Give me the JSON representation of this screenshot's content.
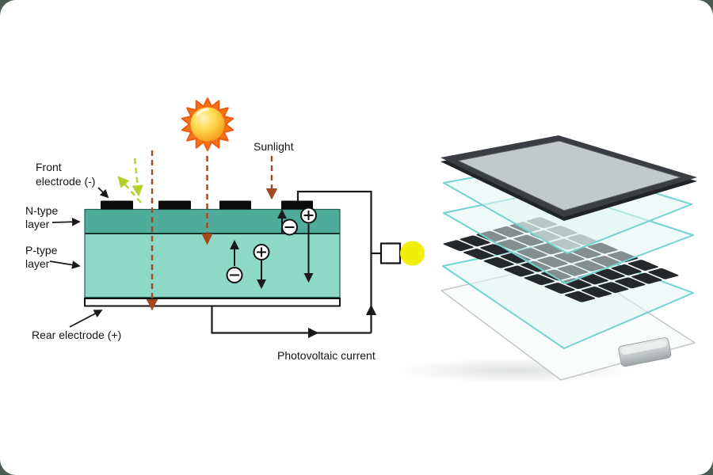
{
  "canvas": {
    "background_outer": "#4a5c51",
    "card_background": "#ffffff"
  },
  "pv_cell_diagram": {
    "labels": {
      "front_electrode": [
        "Front",
        "electrode (-)"
      ],
      "n_type": [
        "N-type",
        "layer"
      ],
      "p_type": [
        "P-type",
        "layer"
      ],
      "rear_electrode": "Rear electrode (+)",
      "sunlight": "Sunlight",
      "photovoltaic_current": "Photovoltaic current"
    },
    "icons": {
      "sun": "sun-icon",
      "bulb": "light-bulb-icon",
      "electron": "⊖",
      "hole": "⊕"
    },
    "colors": {
      "n_layer": "#4FAC9B",
      "p_layer": "#8DD9C6",
      "junction_line": "#16352E",
      "cell_border": "#1F5D50",
      "electrode": "#0B0B0B",
      "rear_bar": "#FFFFFF",
      "wire": "#1A1A1A",
      "sun_spikes": "#F4731A",
      "sun_spike_edge": "#EE5A0E",
      "bulb_yellow": "#F1EE0A",
      "ray_sunlight": "#A3491F",
      "ray_reflected": "#B6CF2F",
      "carrier_stroke": "#111111",
      "carrier_fill": "#FFFFFF"
    }
  },
  "panel_exploded_view": {
    "colors": {
      "frame": "#3A3E42",
      "frame_edge": "#212427",
      "frame_inner_glass": "#F0FAF7",
      "glass_edge": "#72D4CD",
      "glass_fill": "#E1F6F3",
      "solar_cell": "#24282B",
      "backsheet_fill": "#FAFCFB",
      "backsheet_edge": "#C2C7C7",
      "junction_box_top": "#E8EBEB",
      "junction_box_bottom": "#9FA5A7"
    },
    "cells_grid": {
      "cols": 7,
      "rows": 6
    }
  }
}
